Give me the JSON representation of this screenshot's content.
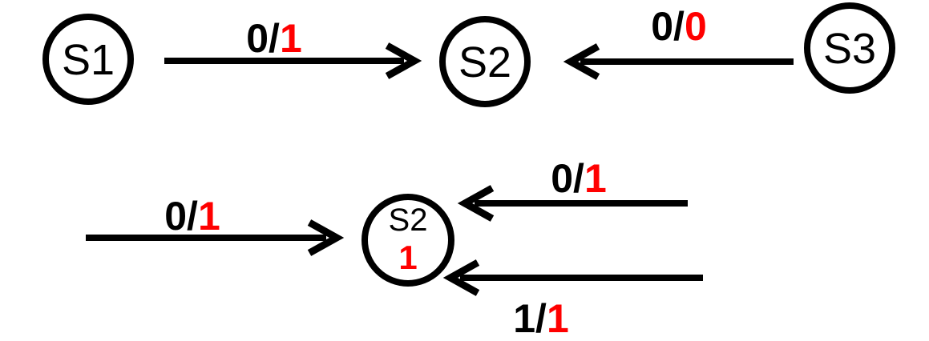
{
  "figure": {
    "description": "Mealy machine state transition diagrams",
    "colors": {
      "ink": "#000000",
      "highlight_red": "#ff0000",
      "background": "#ffffff"
    },
    "top_diagram": {
      "states": [
        {
          "label": "S1"
        },
        {
          "label": "S2"
        },
        {
          "label": "S3"
        }
      ],
      "transitions": [
        {
          "from": "S1",
          "to": "S2",
          "input": "0/",
          "output": "1"
        },
        {
          "from": "S3",
          "to": "S2",
          "input": "0/",
          "output": "0"
        }
      ]
    },
    "bottom_diagram": {
      "state": {
        "label": "S2",
        "output": "1"
      },
      "transitions": [
        {
          "direction": "into-left",
          "input": "0/",
          "output": "1"
        },
        {
          "direction": "into-top-right",
          "input": "0/",
          "output": "1"
        },
        {
          "direction": "into-bottom-right",
          "input": "1/",
          "output": "1"
        }
      ]
    }
  }
}
